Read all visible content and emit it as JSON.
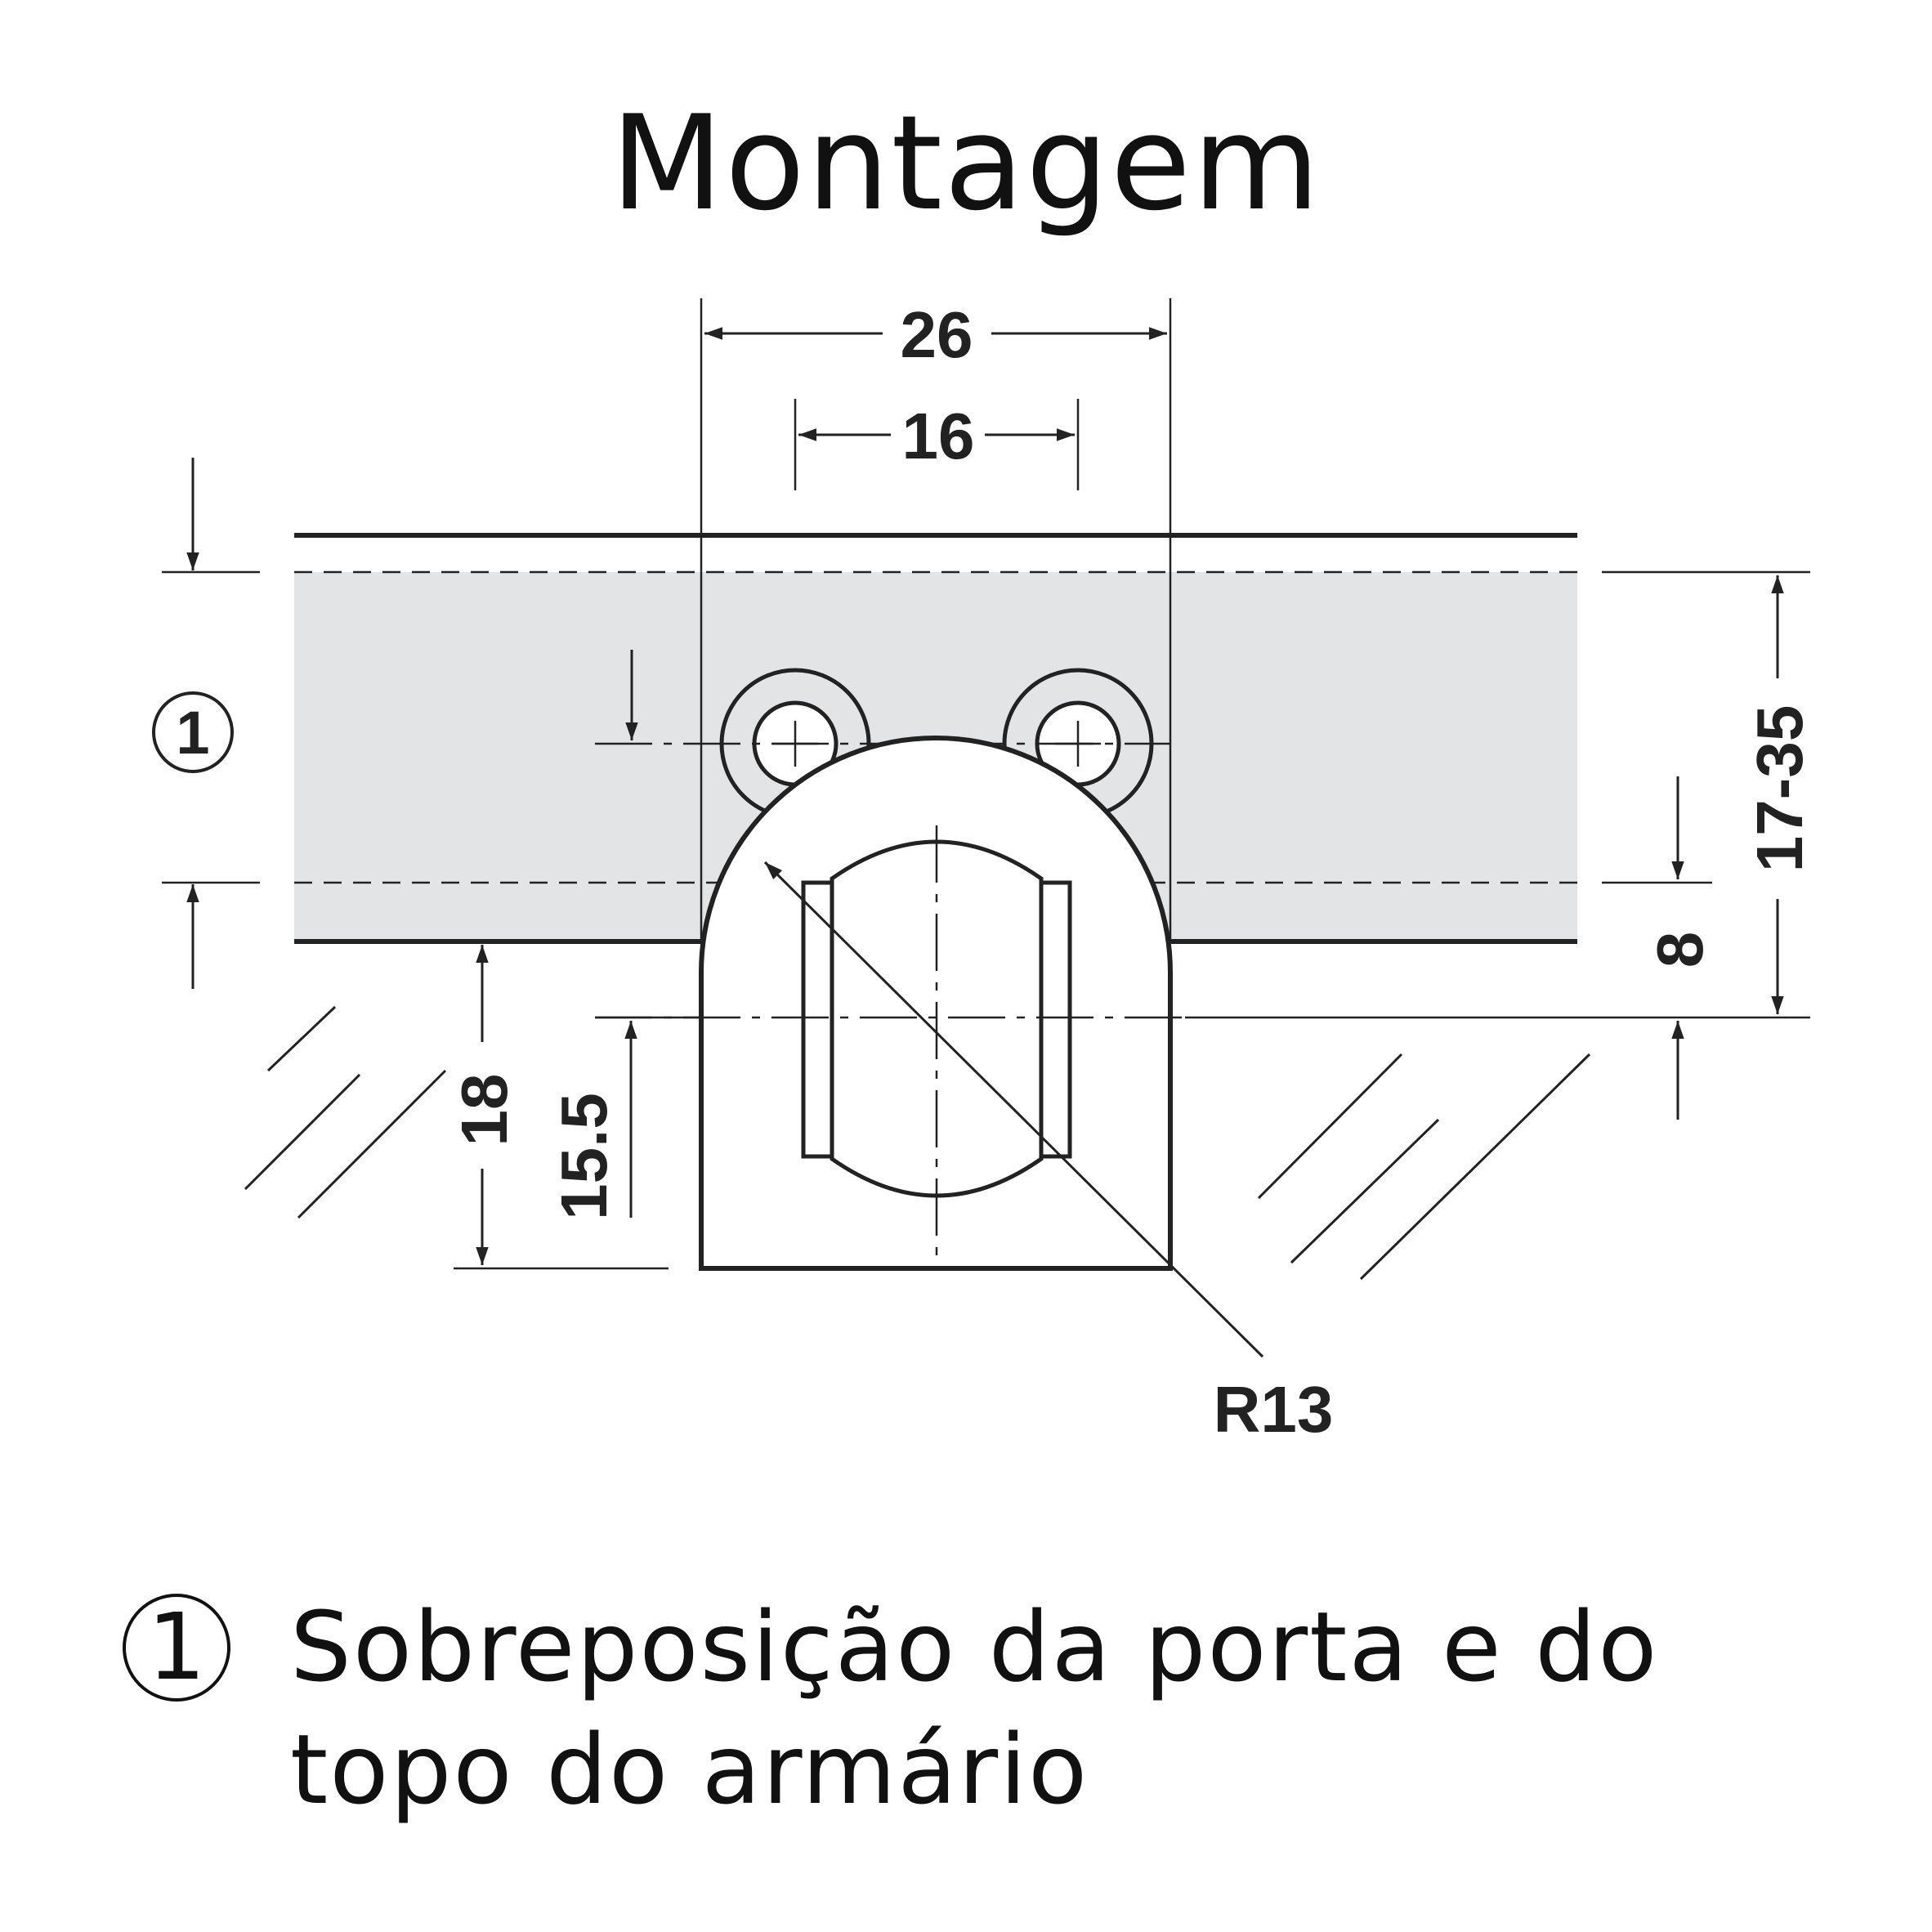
{
  "title": "Montagem",
  "dimensions": {
    "width_outer": "26",
    "width_holes": "16",
    "overlay_range": "17-35",
    "offset_8": "8",
    "height_18": "18",
    "height_15_5": "15.5",
    "radius": "R13"
  },
  "callout_marker": "1",
  "legend": {
    "marker": "1",
    "text": "Sobreposição da porta e do topo do armário"
  },
  "colors": {
    "line": "#222222",
    "door_fill": "#e3e4e6",
    "background": "#ffffff"
  }
}
